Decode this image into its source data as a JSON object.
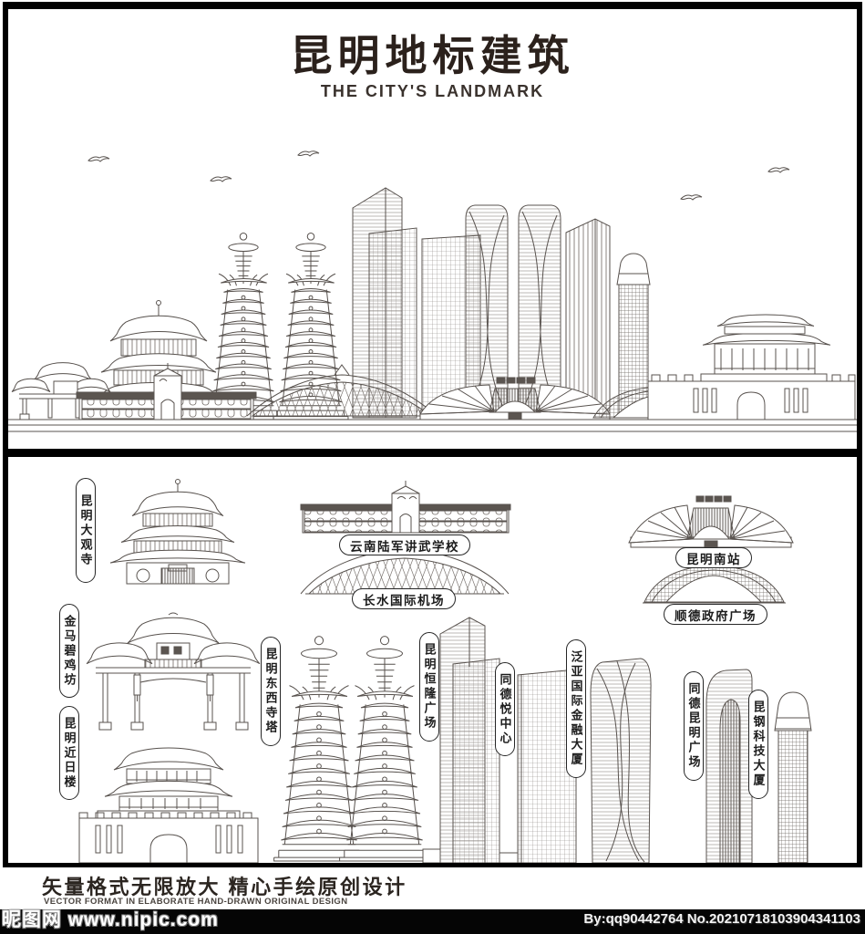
{
  "header": {
    "title": "昆明地标建筑",
    "subtitle": "THE CITY'S LANDMARK"
  },
  "landmarks": [
    {
      "id": "daguansi",
      "name": "昆明大观寺"
    },
    {
      "id": "jiangwu",
      "name": "云南陆军讲武学校"
    },
    {
      "id": "changshui",
      "name": "长水国际机场"
    },
    {
      "id": "nanzhan",
      "name": "昆明南站"
    },
    {
      "id": "shunde",
      "name": "顺德政府广场"
    },
    {
      "id": "jinma",
      "name": "金马碧鸡坊"
    },
    {
      "id": "jinri",
      "name": "昆明近日楼"
    },
    {
      "id": "dongxisi",
      "name": "昆明东西寺塔"
    },
    {
      "id": "henglong",
      "name": "昆明恒隆广场"
    },
    {
      "id": "tongdeyue",
      "name": "同德悦中心"
    },
    {
      "id": "fanya",
      "name": "泛亚国际金融大厦"
    },
    {
      "id": "tongdekm",
      "name": "同德昆明广场"
    },
    {
      "id": "kungang",
      "name": "昆钢科技大厦"
    }
  ],
  "footer": {
    "slogan_cn": "矢量格式无限放大  精心手绘原创设计",
    "slogan_en": "VECTOR FORMAT IN ELABORATE HAND-DRAWN ORIGINAL DESIGN"
  },
  "watermark": {
    "site": "昵图网 www.nipic.com",
    "credit": "By:qq90442764 No.20210718103904341103"
  },
  "colors": {
    "line": "#59534f",
    "ink": "#2b211c",
    "frame": "#000000"
  }
}
